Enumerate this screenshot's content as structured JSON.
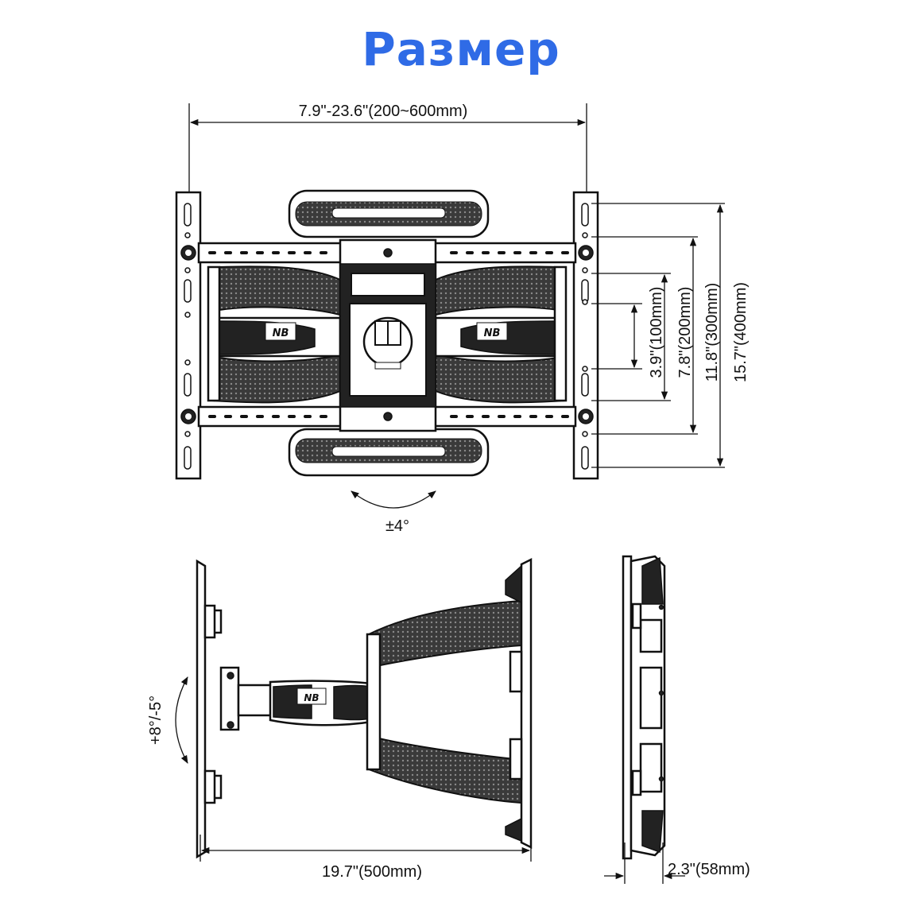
{
  "title": "Размер",
  "front_view": {
    "width_range": "7.9\"-23.6\"(200~600mm)",
    "vesa_100": "3.9\"(100mm)",
    "vesa_200": "7.8\"(200mm)",
    "vesa_300": "11.8\"(300mm)",
    "vesa_400": "15.7\"(400mm)",
    "swivel": "±4°"
  },
  "side_view": {
    "tilt": "+8°/-5°",
    "extension": "19.7\"(500mm)"
  },
  "profile_view": {
    "depth": "2.3\"(58mm)"
  },
  "brand_logo_text": "NB"
}
